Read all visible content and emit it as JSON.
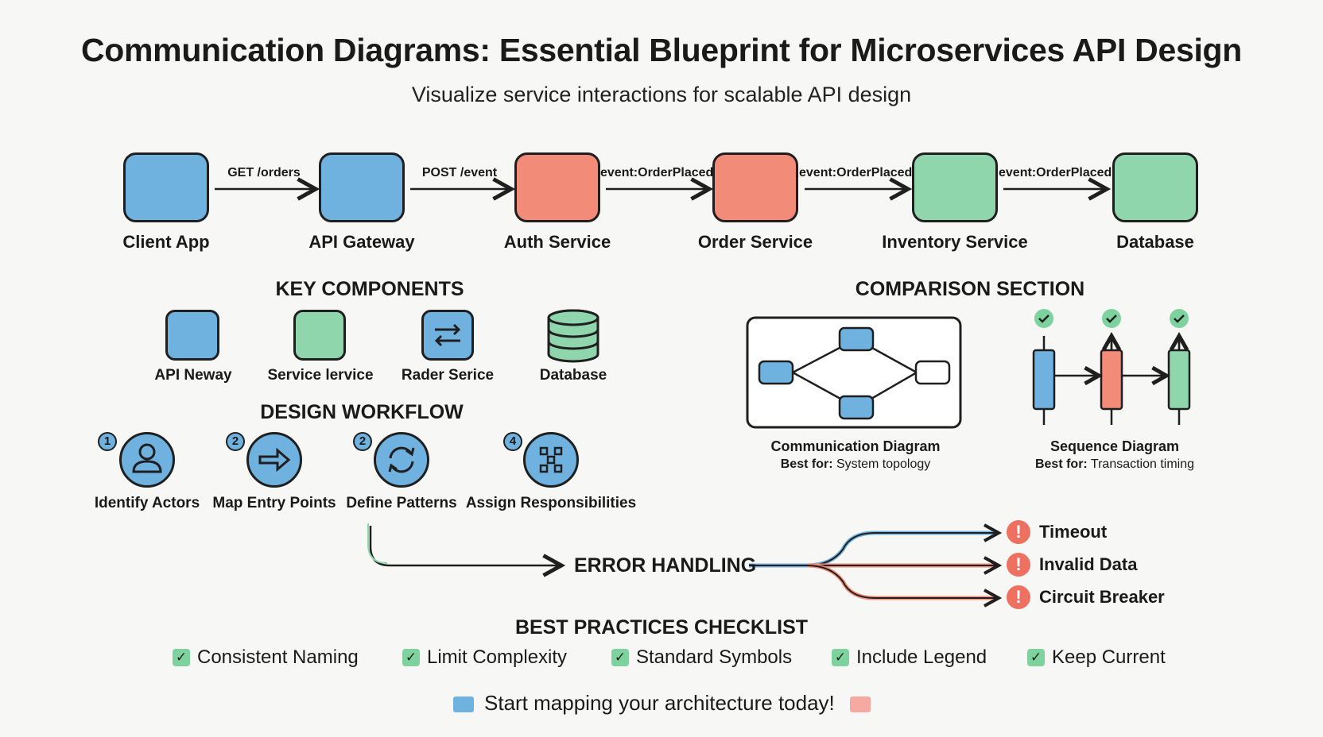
{
  "title": "Communication Diagrams: Essential Blueprint for Microservices API Design",
  "subtitle": "Visualize service interactions for scalable API design",
  "colors": {
    "blue": "#6fb2e0",
    "red": "#f28b78",
    "green": "#8fd6ad",
    "outline": "#1f1f1f",
    "error": "#ee7060",
    "check": "#7ed29e"
  },
  "flow": {
    "nodes": [
      {
        "label": "Client App",
        "color": "blue"
      },
      {
        "label": "API Gateway",
        "color": "blue"
      },
      {
        "label": "Auth Service",
        "color": "red"
      },
      {
        "label": "Order Service",
        "color": "red"
      },
      {
        "label": "Inventory Service",
        "color": "green"
      },
      {
        "label": "Database",
        "color": "green"
      }
    ],
    "edges": [
      "GET /orders",
      "POST /event",
      "event:OrderPlaced",
      "event:OrderPlaced",
      "event:OrderPlaced"
    ]
  },
  "key_components": {
    "heading": "KEY COMPONENTS",
    "items": [
      {
        "label": "API Neway",
        "icon": "blue-square-icon"
      },
      {
        "label": "Service lervice",
        "icon": "green-square-icon"
      },
      {
        "label": "Rader Serice",
        "icon": "swap-arrows-icon"
      },
      {
        "label": "Database",
        "icon": "database-icon"
      }
    ]
  },
  "workflow": {
    "heading": "DESIGN WORKFLOW",
    "steps": [
      {
        "number": "1",
        "label": "Identify Actors",
        "icon": "user-icon"
      },
      {
        "number": "2",
        "label": "Map Entry Points",
        "icon": "arrow-right-icon"
      },
      {
        "number": "2",
        "label": "Define Patterns",
        "icon": "refresh-icon"
      },
      {
        "number": "4",
        "label": "Assign Responsibilities",
        "icon": "nodes-icon"
      }
    ]
  },
  "comparison": {
    "heading": "COMPARISON SECTION",
    "communication": {
      "title": "Communication Diagram",
      "best_for_label": "Best for:",
      "best_for": " System topology"
    },
    "sequence": {
      "title": "Sequence Diagram",
      "best_for_label": "Best for:",
      "best_for": " Transaction timing"
    }
  },
  "error_handling": {
    "label": "ERROR HANDLING",
    "cases": [
      "Timeout",
      "Invalid Data",
      "Circuit Breaker"
    ]
  },
  "checklist": {
    "heading": "BEST PRACTICES CHECKLIST",
    "items": [
      "Consistent Naming",
      "Limit Complexity",
      "Standard Symbols",
      "Include Legend",
      "Keep Current"
    ]
  },
  "cta": "Start mapping your architecture today!"
}
